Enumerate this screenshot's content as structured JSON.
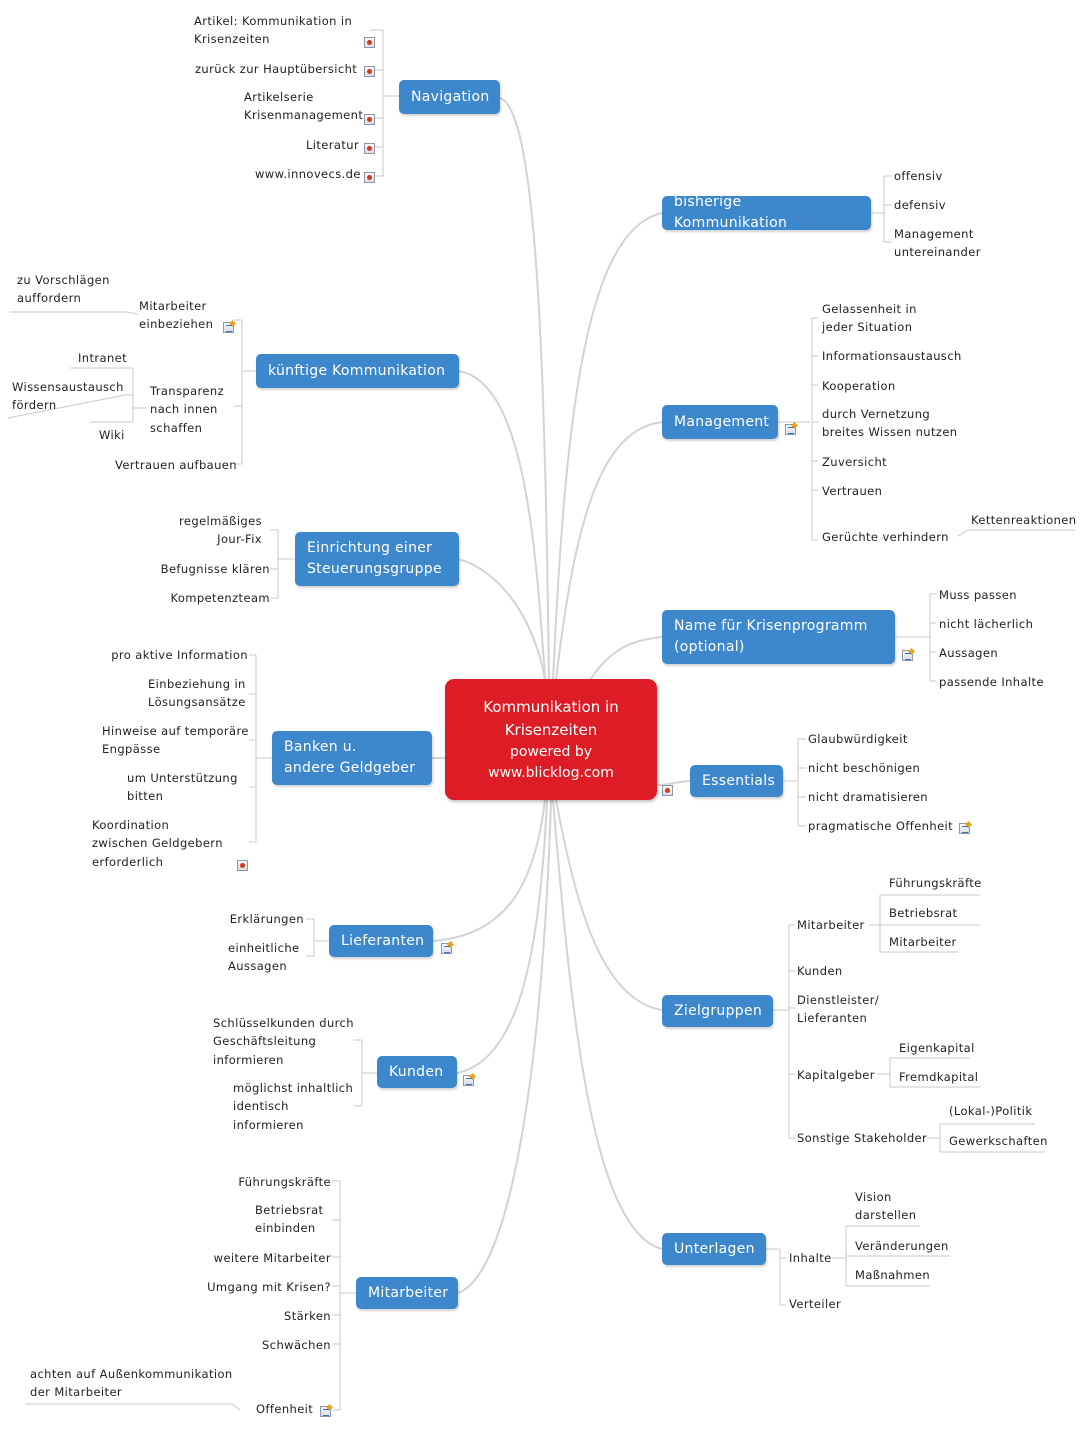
{
  "central": {
    "title": "Kommunikation in\nKrisenzeiten",
    "subtitle": "powered by\nwww.blicklog.com"
  },
  "topics": {
    "navigation": "Navigation",
    "bisherige": "bisherige Kommunikation",
    "kuenftige": "künftige Kommunikation",
    "management": "Management",
    "steuerung": "Einrichtung einer\nSteuerungsgruppe",
    "krisenprogramm": "Name für Krisenprogramm\n(optional)",
    "banken": "Banken u.\nandere Geldgeber",
    "essentials": "Essentials",
    "lieferanten": "Lieferanten",
    "zielgruppen": "Zielgruppen",
    "kunden": "Kunden",
    "unterlagen": "Unterlagen",
    "mitarbeiter": "Mitarbeiter"
  },
  "navigation": [
    "Artikel: Kommunikation in\nKrisenzeiten",
    "zurück zur Hauptübersicht",
    "Artikelserie\nKrisenmanagement",
    "Literatur",
    "www.innovecs.de"
  ],
  "bisherige": [
    "offensiv",
    "defensiv",
    "Management\nuntereinander"
  ],
  "kuenftige": {
    "mitarbeiter": "Mitarbeiter\neinbeziehen",
    "vorschlaege": "zu Vorschlägen\nauffordern",
    "transparenz": "Transparenz\nnach innen\nschaffen",
    "intranet": "Intranet",
    "wissen": "Wissensaustausch\nfördern",
    "wiki": "Wiki",
    "vertrauen": "Vertrauen aufbauen"
  },
  "management": [
    "Gelassenheit in\njeder Situation",
    "Informationsaustausch",
    "Kooperation",
    "durch Vernetzung\nbreites Wissen nutzen",
    "Zuversicht",
    "Vertrauen",
    "Gerüchte verhindern"
  ],
  "management_sub": "Kettenreaktionen",
  "steuerung": [
    "regelmäßiges\nJour-Fix",
    "Befugnisse klären",
    "Kompetenzteam"
  ],
  "krisenprogramm": [
    "Muss passen",
    "nicht lächerlich",
    "Aussagen",
    "passende Inhalte"
  ],
  "banken": [
    "pro aktive Information",
    "Einbeziehung in\nLösungsansätze",
    "Hinweise auf temporäre\nEngpässe",
    "um Unterstützung\nbitten",
    "Koordination\nzwischen Geldgebern\nerforderlich"
  ],
  "essentials": [
    "Glaubwürdigkeit",
    "nicht beschönigen",
    "nicht dramatisieren",
    "pragmatische Offenheit"
  ],
  "lieferanten": [
    "Erklärungen",
    "einheitliche\nAussagen"
  ],
  "zielgruppen": {
    "mitarbeiter": "Mitarbeiter",
    "mitarbeiter_sub": [
      "Führungskräfte",
      "Betriebsrat",
      "Mitarbeiter"
    ],
    "kunden": "Kunden",
    "dienstleister": "Dienstleister/\nLieferanten",
    "kapitalgeber": "Kapitalgeber",
    "kapitalgeber_sub": [
      "Eigenkapital",
      "Fremdkapital"
    ],
    "sonstige": "Sonstige Stakeholder",
    "sonstige_sub": [
      "(Lokal-)Politik",
      "Gewerkschaften"
    ]
  },
  "kunden": [
    "Schlüsselkunden durch\nGeschäftsleitung\ninformieren",
    "möglichst inhaltlich\nidentisch\ninformieren"
  ],
  "unterlagen": {
    "inhalte": "Inhalte",
    "inhalte_sub": [
      "Vision\ndarstellen",
      "Veränderungen",
      "Maßnahmen"
    ],
    "verteiler": "Verteiler"
  },
  "mitarbeiter": [
    "Führungskräfte",
    "Betriebsrat\neinbinden",
    "weitere Mitarbeiter",
    "Umgang mit Krisen?",
    "Stärken",
    "Schwächen",
    "Offenheit"
  ],
  "mitarbeiter_sub": "achten auf Außenkommunikation\nder Mitarbeiter",
  "colors": {
    "central": "#dd1c25",
    "topic": "#3d88cc",
    "line": "#d2d2d2"
  }
}
